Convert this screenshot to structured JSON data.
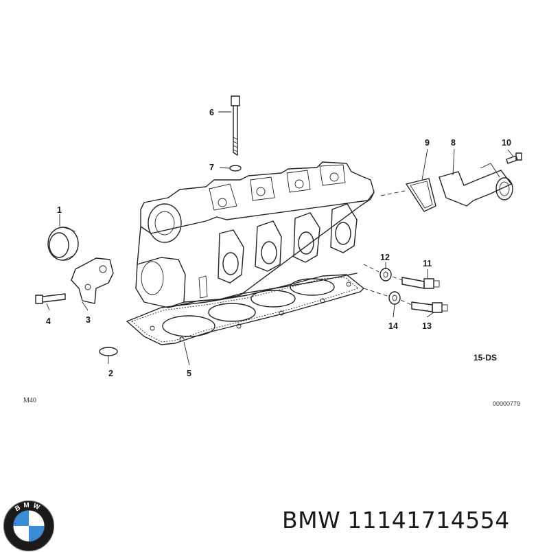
{
  "diagram": {
    "callouts": [
      "1",
      "2",
      "3",
      "4",
      "5",
      "6",
      "7",
      "8",
      "9",
      "10",
      "11",
      "12",
      "13",
      "14"
    ],
    "section_label": "15-DS",
    "model_label": "M40",
    "drawing_number": "00000779"
  },
  "caption": {
    "brand": "BMW",
    "part_number": "11141714554"
  },
  "logo": {
    "letters": "BMW",
    "colors": {
      "ring": "#1a1a1a",
      "blue": "#3a8bd8",
      "white": "#ffffff"
    }
  }
}
